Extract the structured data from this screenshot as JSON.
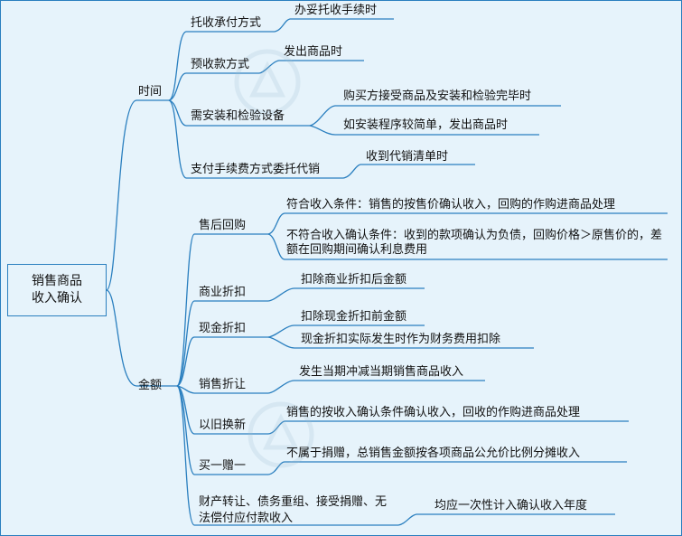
{
  "root": {
    "line1": "销售商品",
    "line2": "收入确认"
  },
  "time": {
    "label": "时间",
    "items": [
      {
        "label": "托收承付方式",
        "details": [
          "办妥托收手续时"
        ]
      },
      {
        "label": "预收款方式",
        "details": [
          "发出商品时"
        ]
      },
      {
        "label": "需安装和检验设备",
        "details": [
          "购买方接受商品及安装和检验完毕时",
          "如安装程序较简单，发出商品时"
        ]
      },
      {
        "label": "支付手续费方式委托代销",
        "details": [
          "收到代销清单时"
        ]
      }
    ]
  },
  "amount": {
    "label": "金额",
    "items": [
      {
        "label": "售后回购",
        "details": [
          "符合收入条件：销售的按售价确认收入，回购的作购进商品处理",
          "不符合收入确认条件：收到的款项确认为负债，回购价格＞原售价的，差额在回购期间确认利息费用"
        ]
      },
      {
        "label": "商业折扣",
        "details": [
          "扣除商业折扣后金额"
        ]
      },
      {
        "label": "现金折扣",
        "details": [
          "扣除现金折扣前金额",
          "现金折扣实际发生时作为财务费用扣除"
        ]
      },
      {
        "label": "销售折让",
        "details": [
          "发生当期冲减当期销售商品收入"
        ]
      },
      {
        "label": "以旧换新",
        "details": [
          "销售的按收入确认条件确认收入，回收的作购进商品处理"
        ]
      },
      {
        "label": "买一赠一",
        "details": [
          "不属于捐赠，总销售金额按各项商品公允价比例分摊收入"
        ]
      },
      {
        "label": "财产转让、债务重组、接受捐赠、无法偿付应付款收入",
        "details": [
          "均应一次性计入确认收入年度"
        ]
      }
    ]
  },
  "colors": {
    "line": "#2a7fbf",
    "background": "#e6f3fb",
    "watermark": "#a9c6d8"
  }
}
